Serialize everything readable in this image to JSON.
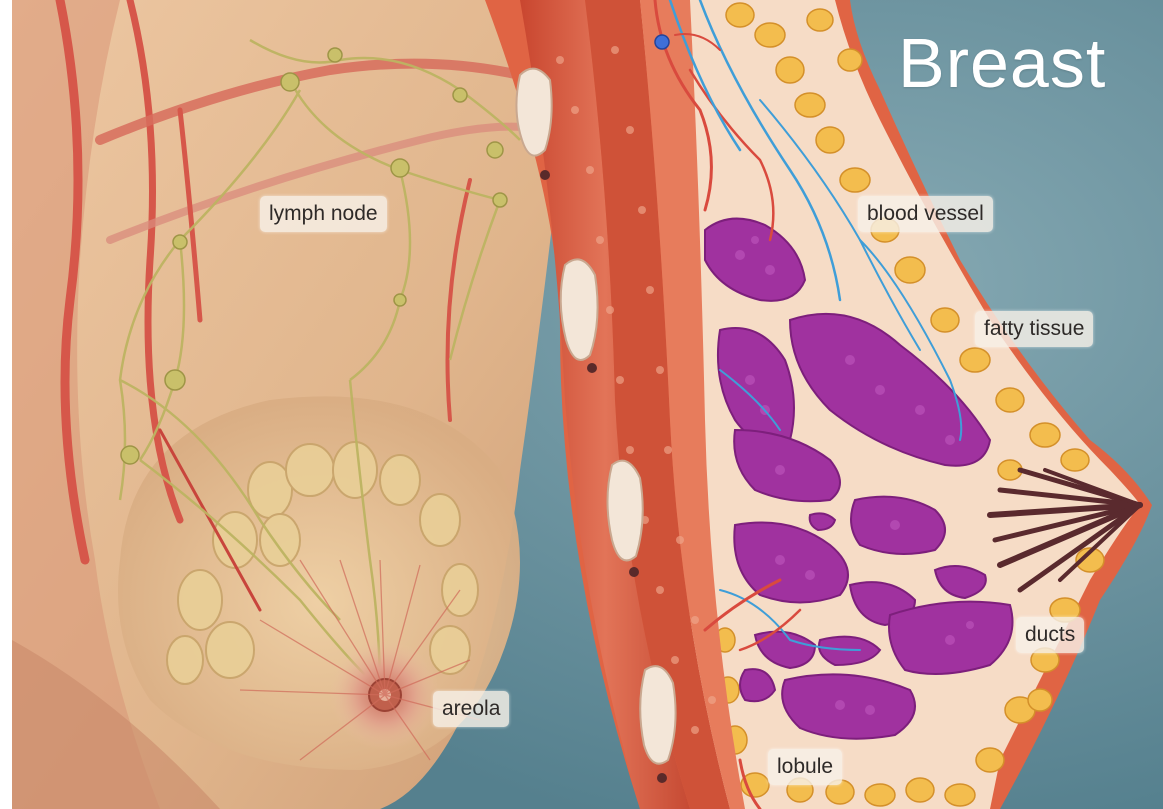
{
  "title": "Breast",
  "labels": {
    "lymph_node": "lymph node",
    "blood_vessel": "blood vessel",
    "fatty_tissue": "fatty tissue",
    "ducts": "ducts",
    "areola": "areola",
    "lobule": "lobule"
  },
  "colors": {
    "background": "#6f97a3",
    "skin": "#e7bf98",
    "muscle": "#d2573b",
    "fat": "#f0b53c",
    "lobule": "#a0329f",
    "vessel_red": "#d94a3e",
    "vessel_blue": "#3f9ed8",
    "lymph": "#c9c06a"
  }
}
